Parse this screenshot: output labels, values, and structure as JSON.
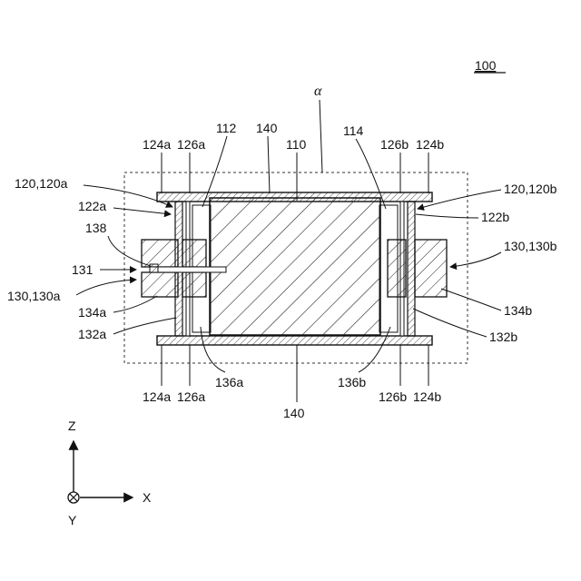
{
  "figure_ref": "100",
  "region_label": "α",
  "labels": {
    "l_124a_top": "124a",
    "l_126a_top": "126a",
    "l_112": "112",
    "l_140_top": "140",
    "l_110": "110",
    "l_114": "114",
    "l_126b_top": "126b",
    "l_124b_top": "124b",
    "l_120a": "120,120a",
    "l_122a": "122a",
    "l_138": "138",
    "l_131": "131",
    "l_130a": "130,130a",
    "l_134a": "134a",
    "l_132a": "132a",
    "l_120b": "120,120b",
    "l_122b": "122b",
    "l_130b": "130,130b",
    "l_134b": "134b",
    "l_132b": "132b",
    "l_124a_bot": "124a",
    "l_126a_bot": "126a",
    "l_136a": "136a",
    "l_140_bot": "140",
    "l_136b": "136b",
    "l_126b_bot": "126b",
    "l_124b_bot": "124b"
  },
  "axes": {
    "z_label": "Z",
    "x_label": "X",
    "y_label": "Y"
  }
}
